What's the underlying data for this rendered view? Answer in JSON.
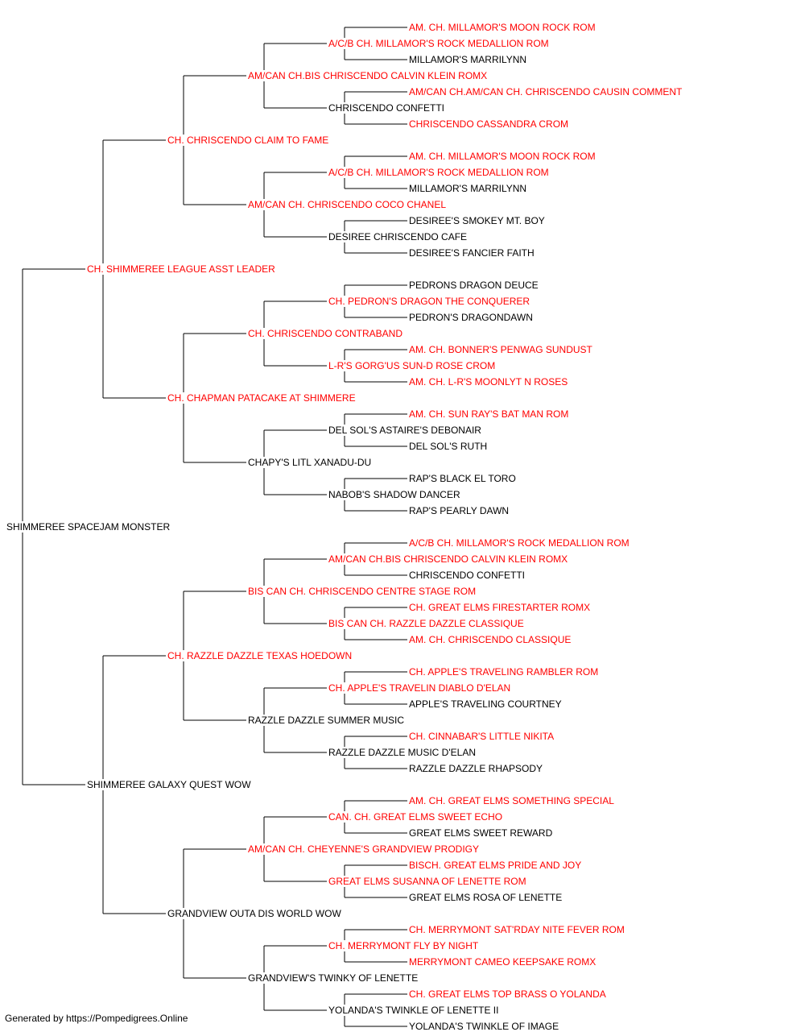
{
  "tree": {
    "name": "SHIMMEREE SPACEJAM MONSTER",
    "champion": false,
    "sire": {
      "name": "CH. SHIMMEREE LEAGUE ASST LEADER",
      "champion": true,
      "sire": {
        "name": "CH. CHRISCENDO CLAIM TO FAME",
        "champion": true,
        "sire": {
          "name": "AM/CAN CH.BIS CHRISCENDO CALVIN KLEIN ROMX",
          "champion": true,
          "sire": {
            "name": "A/C/B CH. MILLAMOR'S ROCK MEDALLION ROM",
            "champion": true,
            "sire": {
              "name": "AM. CH. MILLAMOR'S MOON ROCK ROM",
              "champion": true
            },
            "dam": {
              "name": "MILLAMOR'S MARRILYNN",
              "champion": false
            }
          },
          "dam": {
            "name": "CHRISCENDO CONFETTI",
            "champion": false,
            "sire": {
              "name": "AM/CAN CH.AM/CAN CH. CHRISCENDO CAUSIN COMMENT",
              "champion": true
            },
            "dam": {
              "name": "CHRISCENDO CASSANDRA CROM",
              "champion": true
            }
          }
        },
        "dam": {
          "name": "AM/CAN CH. CHRISCENDO COCO CHANEL",
          "champion": true,
          "sire": {
            "name": "A/C/B CH. MILLAMOR'S ROCK MEDALLION ROM",
            "champion": true,
            "sire": {
              "name": "AM. CH. MILLAMOR'S MOON ROCK ROM",
              "champion": true
            },
            "dam": {
              "name": "MILLAMOR'S MARRILYNN",
              "champion": false
            }
          },
          "dam": {
            "name": "DESIREE CHRISCENDO CAFE",
            "champion": false,
            "sire": {
              "name": "DESIREE'S SMOKEY MT. BOY",
              "champion": false
            },
            "dam": {
              "name": "DESIREE'S FANCIER FAITH",
              "champion": false
            }
          }
        }
      },
      "dam": {
        "name": "CH. CHAPMAN PATACAKE AT SHIMMERE",
        "champion": true,
        "sire": {
          "name": "CH. CHRISCENDO CONTRABAND",
          "champion": true,
          "sire": {
            "name": "CH. PEDRON'S DRAGON THE CONQUERER",
            "champion": true,
            "sire": {
              "name": "PEDRONS DRAGON DEUCE",
              "champion": false
            },
            "dam": {
              "name": "PEDRON'S DRAGONDAWN",
              "champion": false
            }
          },
          "dam": {
            "name": "L-R'S GORG'US SUN-D ROSE CROM",
            "champion": true,
            "sire": {
              "name": "AM. CH. BONNER'S PENWAG SUNDUST",
              "champion": true
            },
            "dam": {
              "name": "AM. CH. L-R'S MOONLYT N ROSES",
              "champion": true
            }
          }
        },
        "dam": {
          "name": "CHAPY'S LITL XANADU-DU",
          "champion": false,
          "sire": {
            "name": "DEL SOL'S ASTAIRE'S DEBONAIR",
            "champion": false,
            "sire": {
              "name": "AM. CH. SUN RAY'S BAT MAN ROM",
              "champion": true
            },
            "dam": {
              "name": "DEL SOL'S RUTH",
              "champion": false
            }
          },
          "dam": {
            "name": "NABOB'S SHADOW DANCER",
            "champion": false,
            "sire": {
              "name": "RAP'S BLACK EL TORO",
              "champion": false
            },
            "dam": {
              "name": "RAP'S PEARLY DAWN",
              "champion": false
            }
          }
        }
      }
    },
    "dam": {
      "name": "SHIMMEREE GALAXY QUEST WOW",
      "champion": false,
      "sire": {
        "name": "CH. RAZZLE DAZZLE TEXAS HOEDOWN",
        "champion": true,
        "sire": {
          "name": "BIS CAN CH. CHRISCENDO CENTRE STAGE ROM",
          "champion": true,
          "sire": {
            "name": "AM/CAN CH.BIS CHRISCENDO CALVIN KLEIN ROMX",
            "champion": true,
            "sire": {
              "name": "A/C/B CH. MILLAMOR'S ROCK MEDALLION ROM",
              "champion": true
            },
            "dam": {
              "name": "CHRISCENDO CONFETTI",
              "champion": false
            }
          },
          "dam": {
            "name": "BIS CAN CH. RAZZLE DAZZLE CLASSIQUE",
            "champion": true,
            "sire": {
              "name": "CH. GREAT ELMS FIRESTARTER ROMX",
              "champion": true
            },
            "dam": {
              "name": "AM. CH. CHRISCENDO CLASSIQUE",
              "champion": true
            }
          }
        },
        "dam": {
          "name": "RAZZLE DAZZLE SUMMER MUSIC",
          "champion": false,
          "sire": {
            "name": "CH. APPLE'S TRAVELIN DIABLO D'ELAN",
            "champion": true,
            "sire": {
              "name": "CH. APPLE'S TRAVELING RAMBLER ROM",
              "champion": true
            },
            "dam": {
              "name": "APPLE'S TRAVELING COURTNEY",
              "champion": false
            }
          },
          "dam": {
            "name": "RAZZLE DAZZLE MUSIC D'ELAN",
            "champion": false,
            "sire": {
              "name": "CH. CINNABAR'S LITTLE NIKITA",
              "champion": true
            },
            "dam": {
              "name": "RAZZLE DAZZLE RHAPSODY",
              "champion": false
            }
          }
        }
      },
      "dam": {
        "name": "GRANDVIEW OUTA DIS WORLD WOW",
        "champion": false,
        "sire": {
          "name": "AM/CAN CH. CHEYENNE'S GRANDVIEW PRODIGY",
          "champion": true,
          "sire": {
            "name": "CAN. CH. GREAT ELMS SWEET ECHO",
            "champion": true,
            "sire": {
              "name": "AM. CH. GREAT ELMS SOMETHING SPECIAL",
              "champion": true
            },
            "dam": {
              "name": "GREAT ELMS SWEET REWARD",
              "champion": false
            }
          },
          "dam": {
            "name": "GREAT ELMS SUSANNA OF LENETTE ROM",
            "champion": true,
            "sire": {
              "name": "BISCH. GREAT ELMS PRIDE AND JOY",
              "champion": true
            },
            "dam": {
              "name": "GREAT ELMS ROSA OF LENETTE",
              "champion": false
            }
          }
        },
        "dam": {
          "name": "GRANDVIEW'S TWINKY OF LENETTE",
          "champion": false,
          "sire": {
            "name": "CH. MERRYMONT FLY BY NIGHT",
            "champion": true,
            "sire": {
              "name": "CH. MERRYMONT SAT'RDAY NITE FEVER ROM",
              "champion": true
            },
            "dam": {
              "name": "MERRYMONT CAMEO KEEPSAKE ROMX",
              "champion": true
            }
          },
          "dam": {
            "name": "YOLANDA'S TWINKLE OF LENETTE II",
            "champion": false,
            "sire": {
              "name": "CH. GREAT ELMS TOP BRASS O YOLANDA",
              "champion": true
            },
            "dam": {
              "name": "YOLANDA'S TWINKLE OF IMAGE",
              "champion": false
            }
          }
        }
      }
    }
  },
  "footer": "Generated by https://Pompedigrees.Online",
  "colors": {
    "champion": "#ff0000",
    "regular": "#000000",
    "line": "#000000"
  }
}
